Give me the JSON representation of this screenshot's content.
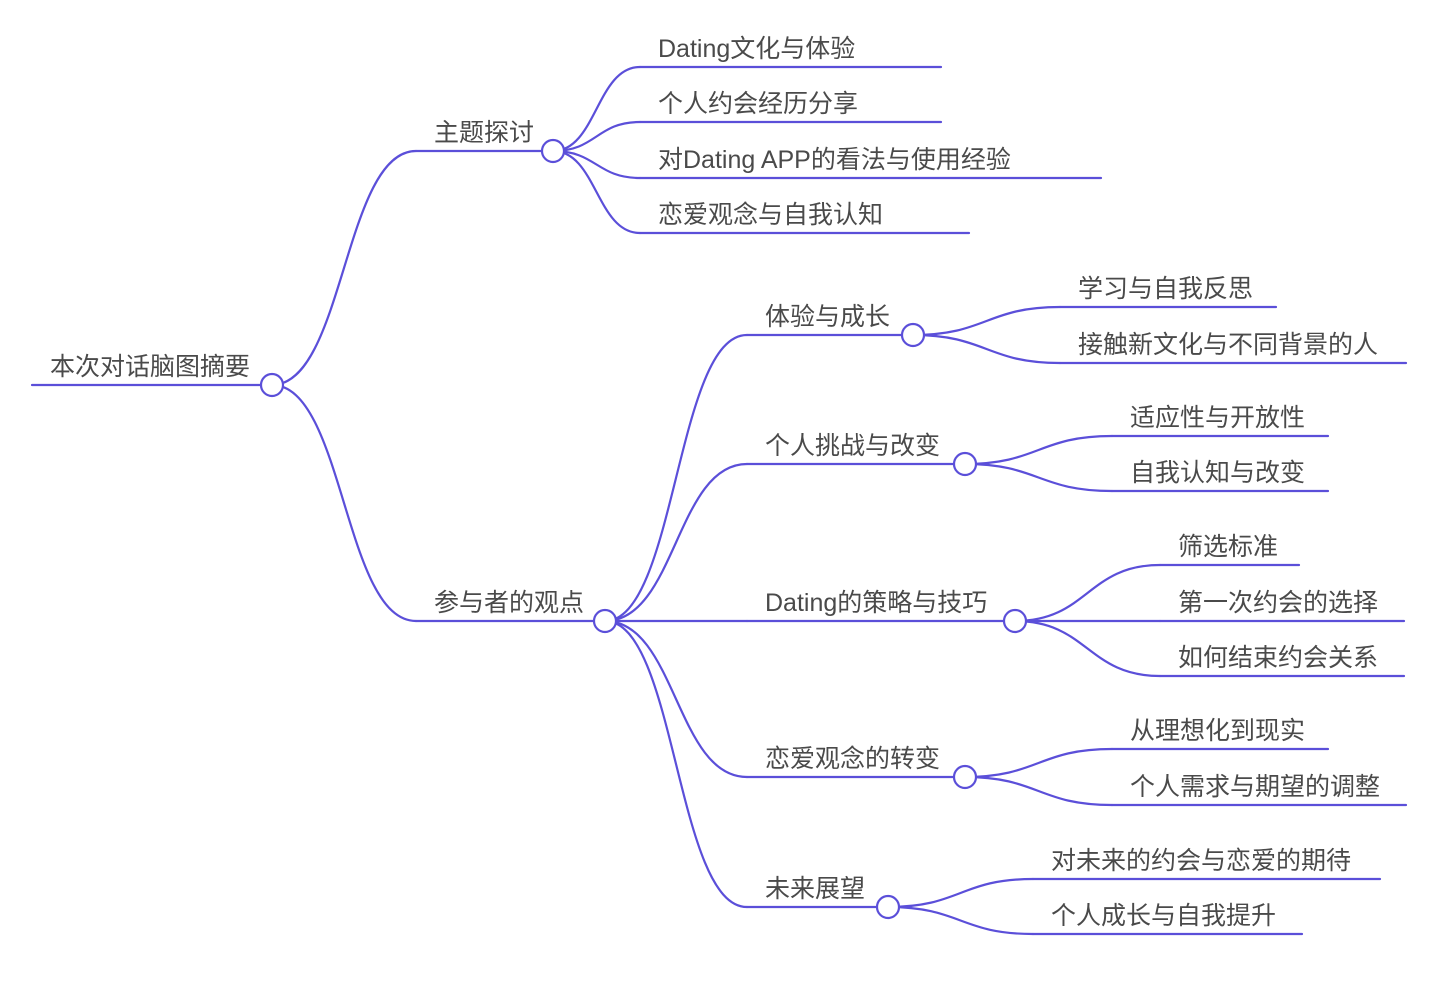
{
  "colors": {
    "line": "#5b4fd9",
    "text": "#4a4a4a",
    "knob_fill": "#ffffff"
  },
  "mindmap": {
    "root": {
      "label": "本次对话脑图摘要",
      "children": [
        {
          "label": "主题探讨",
          "children": [
            {
              "label": "Dating文化与体验"
            },
            {
              "label": "个人约会经历分享"
            },
            {
              "label": "对Dating APP的看法与使用经验"
            },
            {
              "label": "恋爱观念与自我认知"
            }
          ]
        },
        {
          "label": "参与者的观点",
          "children": [
            {
              "label": "体验与成长",
              "children": [
                {
                  "label": "学习与自我反思"
                },
                {
                  "label": "接触新文化与不同背景的人"
                }
              ]
            },
            {
              "label": "个人挑战与改变",
              "children": [
                {
                  "label": "适应性与开放性"
                },
                {
                  "label": "自我认知与改变"
                }
              ]
            },
            {
              "label": "Dating的策略与技巧",
              "children": [
                {
                  "label": "筛选标准"
                },
                {
                  "label": "第一次约会的选择"
                },
                {
                  "label": "如何结束约会关系"
                }
              ]
            },
            {
              "label": "恋爱观念的转变",
              "children": [
                {
                  "label": "从理想化到现实"
                },
                {
                  "label": "个人需求与期望的调整"
                }
              ]
            },
            {
              "label": "未来展望",
              "children": [
                {
                  "label": "对未来的约会与恋爱的期待"
                },
                {
                  "label": "个人成长与自我提升"
                }
              ]
            }
          ]
        }
      ]
    }
  }
}
